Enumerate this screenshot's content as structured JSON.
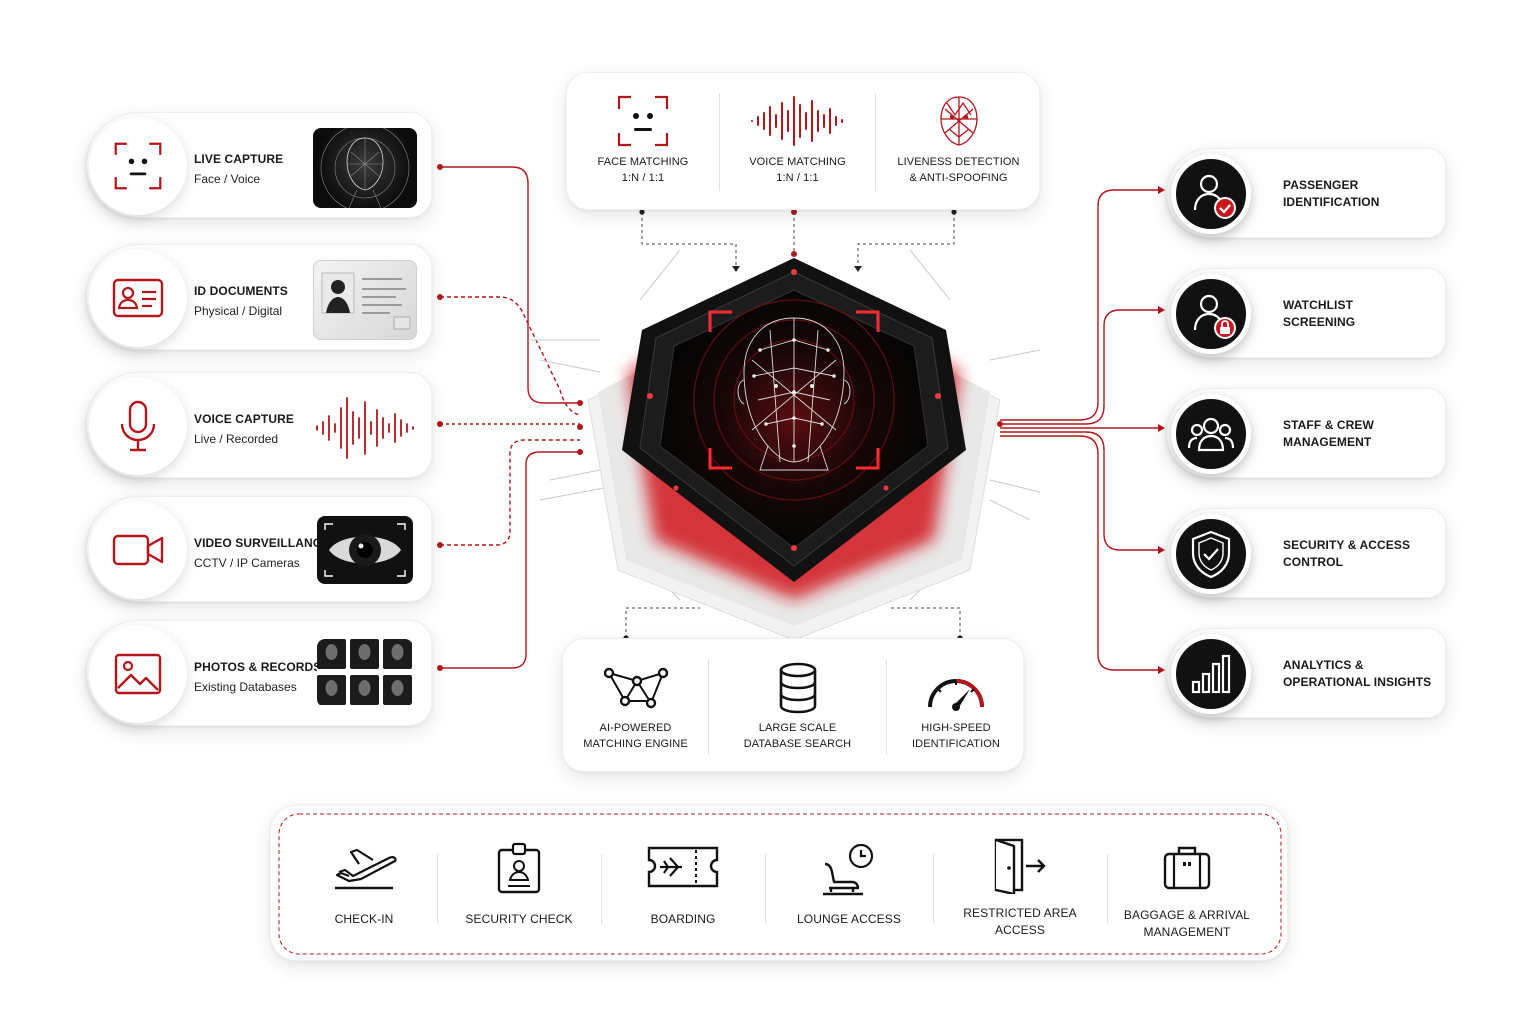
{
  "inputs": [
    {
      "title": "LIVE CAPTURE",
      "subtitle": "Face / Voice",
      "icon": "face-scan-icon"
    },
    {
      "title": "ID DOCUMENTS",
      "subtitle": "Physical / Digital",
      "icon": "id-card-icon"
    },
    {
      "title": "VOICE CAPTURE",
      "subtitle": "Live / Recorded",
      "icon": "microphone-icon"
    },
    {
      "title": "VIDEO SURVEILLANCE",
      "subtitle": "CCTV / IP Cameras",
      "icon": "video-camera-icon"
    },
    {
      "title": "PHOTOS & RECORDS",
      "subtitle": "Existing Databases",
      "icon": "image-icon"
    }
  ],
  "top_features": [
    {
      "title": "FACE MATCHING",
      "subtitle": "1:N / 1:1",
      "icon": "face-scan-icon"
    },
    {
      "title": "VOICE MATCHING",
      "subtitle": "1:N / 1:1",
      "icon": "waveform-icon"
    },
    {
      "title": "LIVENESS DETECTION",
      "subtitle": "& ANTI-SPOOFING",
      "icon": "face-mesh-icon"
    }
  ],
  "bottom_features": [
    {
      "title": "AI-POWERED",
      "subtitle": "MATCHING ENGINE",
      "icon": "network-icon"
    },
    {
      "title": "LARGE SCALE",
      "subtitle": "DATABASE SEARCH",
      "icon": "database-icon"
    },
    {
      "title": "HIGH-SPEED",
      "subtitle": "IDENTIFICATION",
      "icon": "speedometer-icon"
    }
  ],
  "outputs": [
    {
      "line1": "PASSENGER",
      "line2": "IDENTIFICATION",
      "icon": "person-check-icon"
    },
    {
      "line1": "WATCHLIST",
      "line2": "SCREENING",
      "icon": "person-lock-icon"
    },
    {
      "line1": "STAFF & CREW",
      "line2": "MANAGEMENT",
      "icon": "group-icon"
    },
    {
      "line1": "SECURITY & ACCESS",
      "line2": "CONTROL",
      "icon": "shield-check-icon"
    },
    {
      "line1": "ANALYTICS &",
      "line2": "OPERATIONAL INSIGHTS",
      "icon": "bar-chart-icon"
    }
  ],
  "flow": [
    {
      "line1": "CHECK-IN",
      "line2": "",
      "icon": "airplane-takeoff-icon"
    },
    {
      "line1": "SECURITY CHECK",
      "line2": "",
      "icon": "badge-icon"
    },
    {
      "line1": "BOARDING",
      "line2": "",
      "icon": "boarding-pass-icon"
    },
    {
      "line1": "LOUNGE ACCESS",
      "line2": "",
      "icon": "lounge-chair-clock-icon"
    },
    {
      "line1": "RESTRICTED AREA",
      "line2": "ACCESS",
      "icon": "door-exit-icon"
    },
    {
      "line1": "BAGGAGE & ARRIVAL",
      "line2": "MANAGEMENT",
      "icon": "luggage-icon"
    }
  ],
  "colors": {
    "accent": "#b3161b",
    "dark": "#111111",
    "muted": "#e2e2e2"
  }
}
